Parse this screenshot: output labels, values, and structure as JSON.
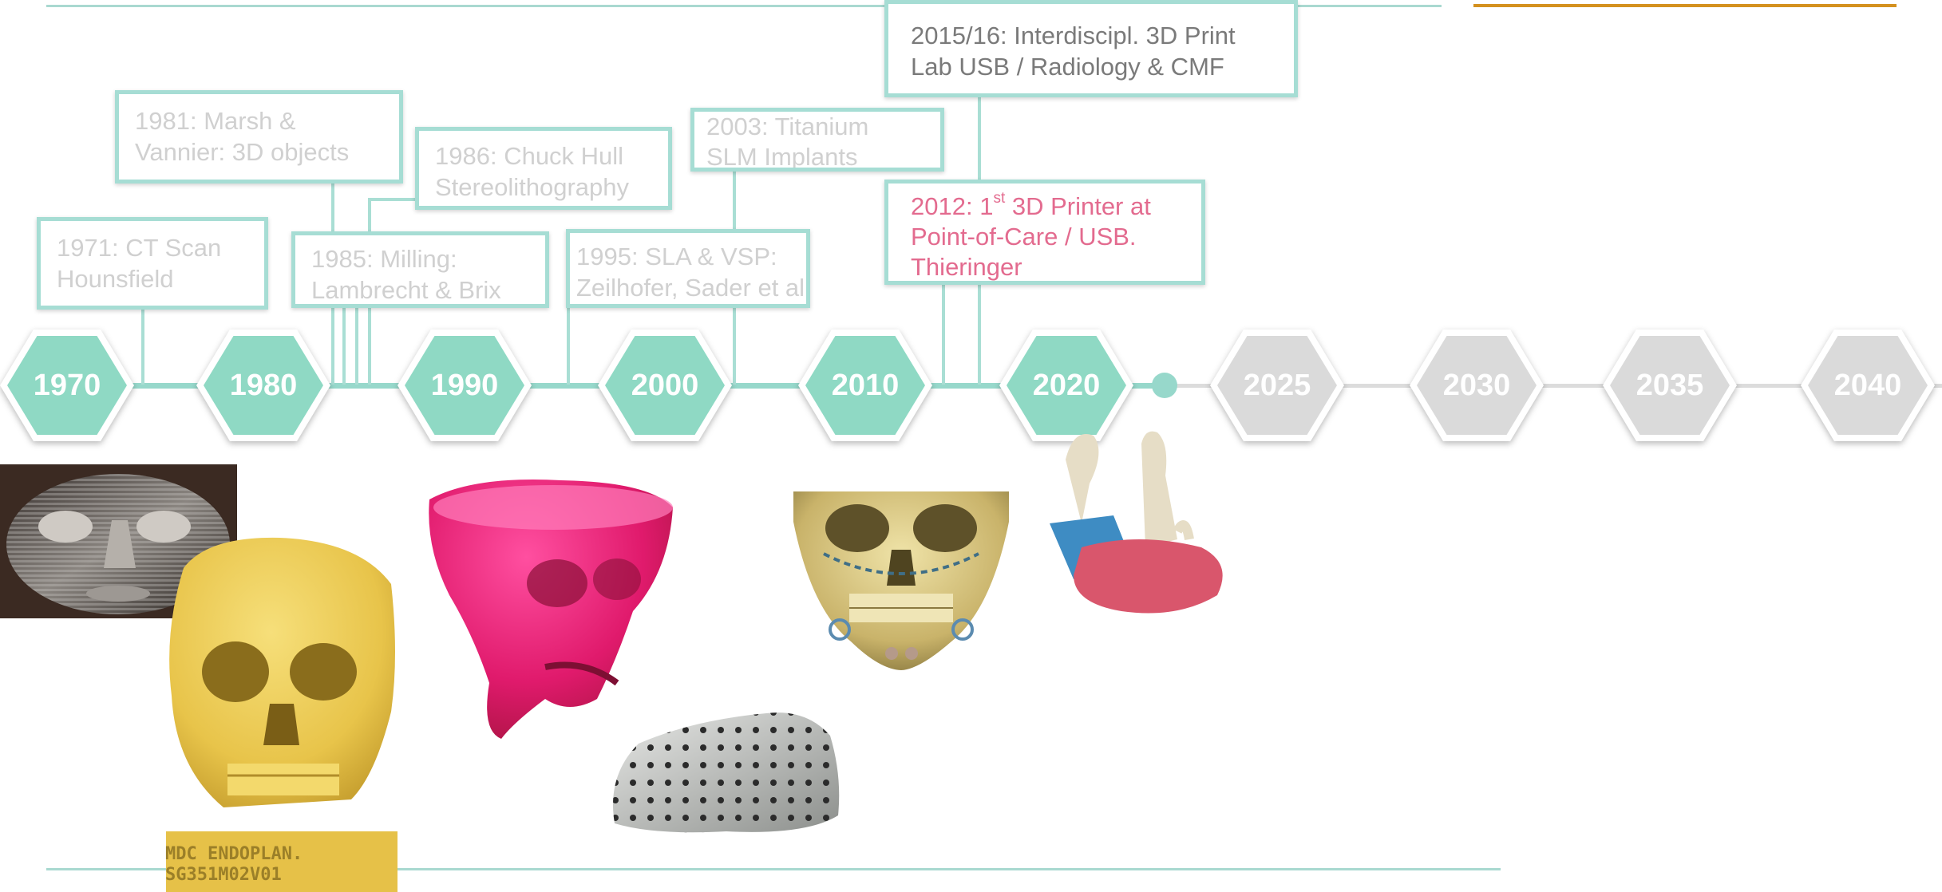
{
  "colors": {
    "teal": "#8fd9c4",
    "teal_line": "#a9ded4",
    "future_gray": "#dadada",
    "accent_orange": "#d4911f",
    "highlight_pink": "#e36b8f"
  },
  "timeline": {
    "past_years": [
      "1970",
      "1980",
      "1990",
      "2000",
      "2010",
      "2020"
    ],
    "future_years": [
      "2025",
      "2030",
      "2035",
      "2040"
    ]
  },
  "events": {
    "e1971": {
      "line1": "1971: CT Scan",
      "line2": "Hounsfield"
    },
    "e1981": {
      "line1": "1981: Marsh &",
      "line2": "Vannier: 3D objects"
    },
    "e1985": {
      "line1": "1985: Milling:",
      "line2": "Lambrecht & Brix"
    },
    "e1986": {
      "line1": "1986: Chuck Hull",
      "line2": "Stereolithography"
    },
    "e1995": {
      "line1": "1995: SLA & VSP:",
      "line2": "Zeilhofer, Sader et al"
    },
    "e2003": {
      "line1": "2003: Titanium",
      "line2": "SLM Implants"
    },
    "e2012": {
      "year_prefix": "2012: 1",
      "superscript": "st",
      "line1_rest": " 3D Printer at",
      "line2": "Point-of-Care / USB.",
      "line3": "Thieringer"
    },
    "e2015": {
      "line1": "2015/16: Interdiscipl. 3D Print",
      "line2": "Lab USB / Radiology & CMF"
    }
  },
  "images": {
    "model_label": {
      "line1": "MDC ENDOPLAN.",
      "line2": "SG351M02V01"
    }
  }
}
